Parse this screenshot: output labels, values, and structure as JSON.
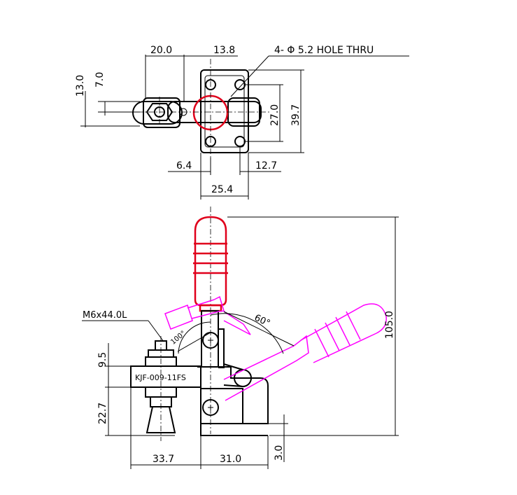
{
  "top_view": {
    "dims": {
      "d20": "20.0",
      "d13_8": "13.8",
      "hole": "4- Φ 5.2 HOLE THRU",
      "d13_0": "13.0",
      "d7_0": "7.0",
      "d27_0": "27.0",
      "d39_7": "39.7",
      "d6_4": "6.4",
      "d12_7": "12.7",
      "d25_4": "25.4"
    }
  },
  "side_view": {
    "bolt_label": "M6x44.0L",
    "model_label": "KJF-009-11FS",
    "angle_100": "100°",
    "angle_60": "60°",
    "dims": {
      "d105": "105.0",
      "d9_5": "9.5",
      "d22_7": "22.7",
      "d33_7": "33.7",
      "d31_0": "31.0",
      "d3_0": "3.0"
    }
  },
  "colors": {
    "handle": "#e0001b",
    "motion": "#ff00ff",
    "line": "#000000"
  }
}
